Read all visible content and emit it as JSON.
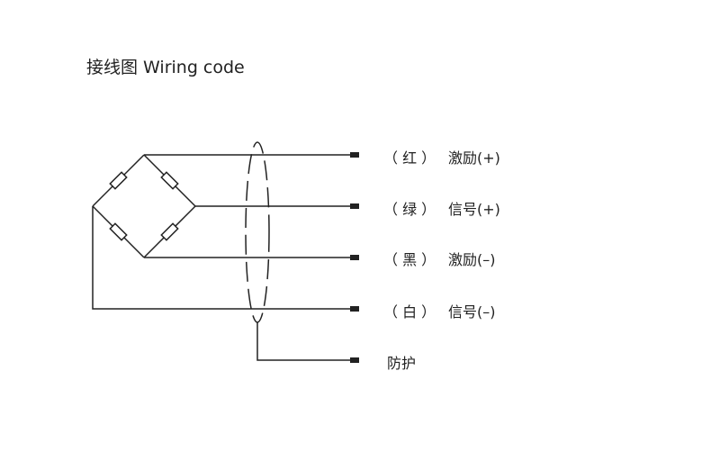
{
  "title": "接线图 Wiring code",
  "wires": [
    {
      "color": "（ 红 ）",
      "signal": "激励(+)"
    },
    {
      "color": "（ 绿 ）",
      "signal": "信号(+)"
    },
    {
      "color": "（ 黑 ）",
      "signal": "激励(–)"
    },
    {
      "color": "（ 白 ）",
      "signal": "信号(–)"
    }
  ],
  "shield_label": "防护"
}
